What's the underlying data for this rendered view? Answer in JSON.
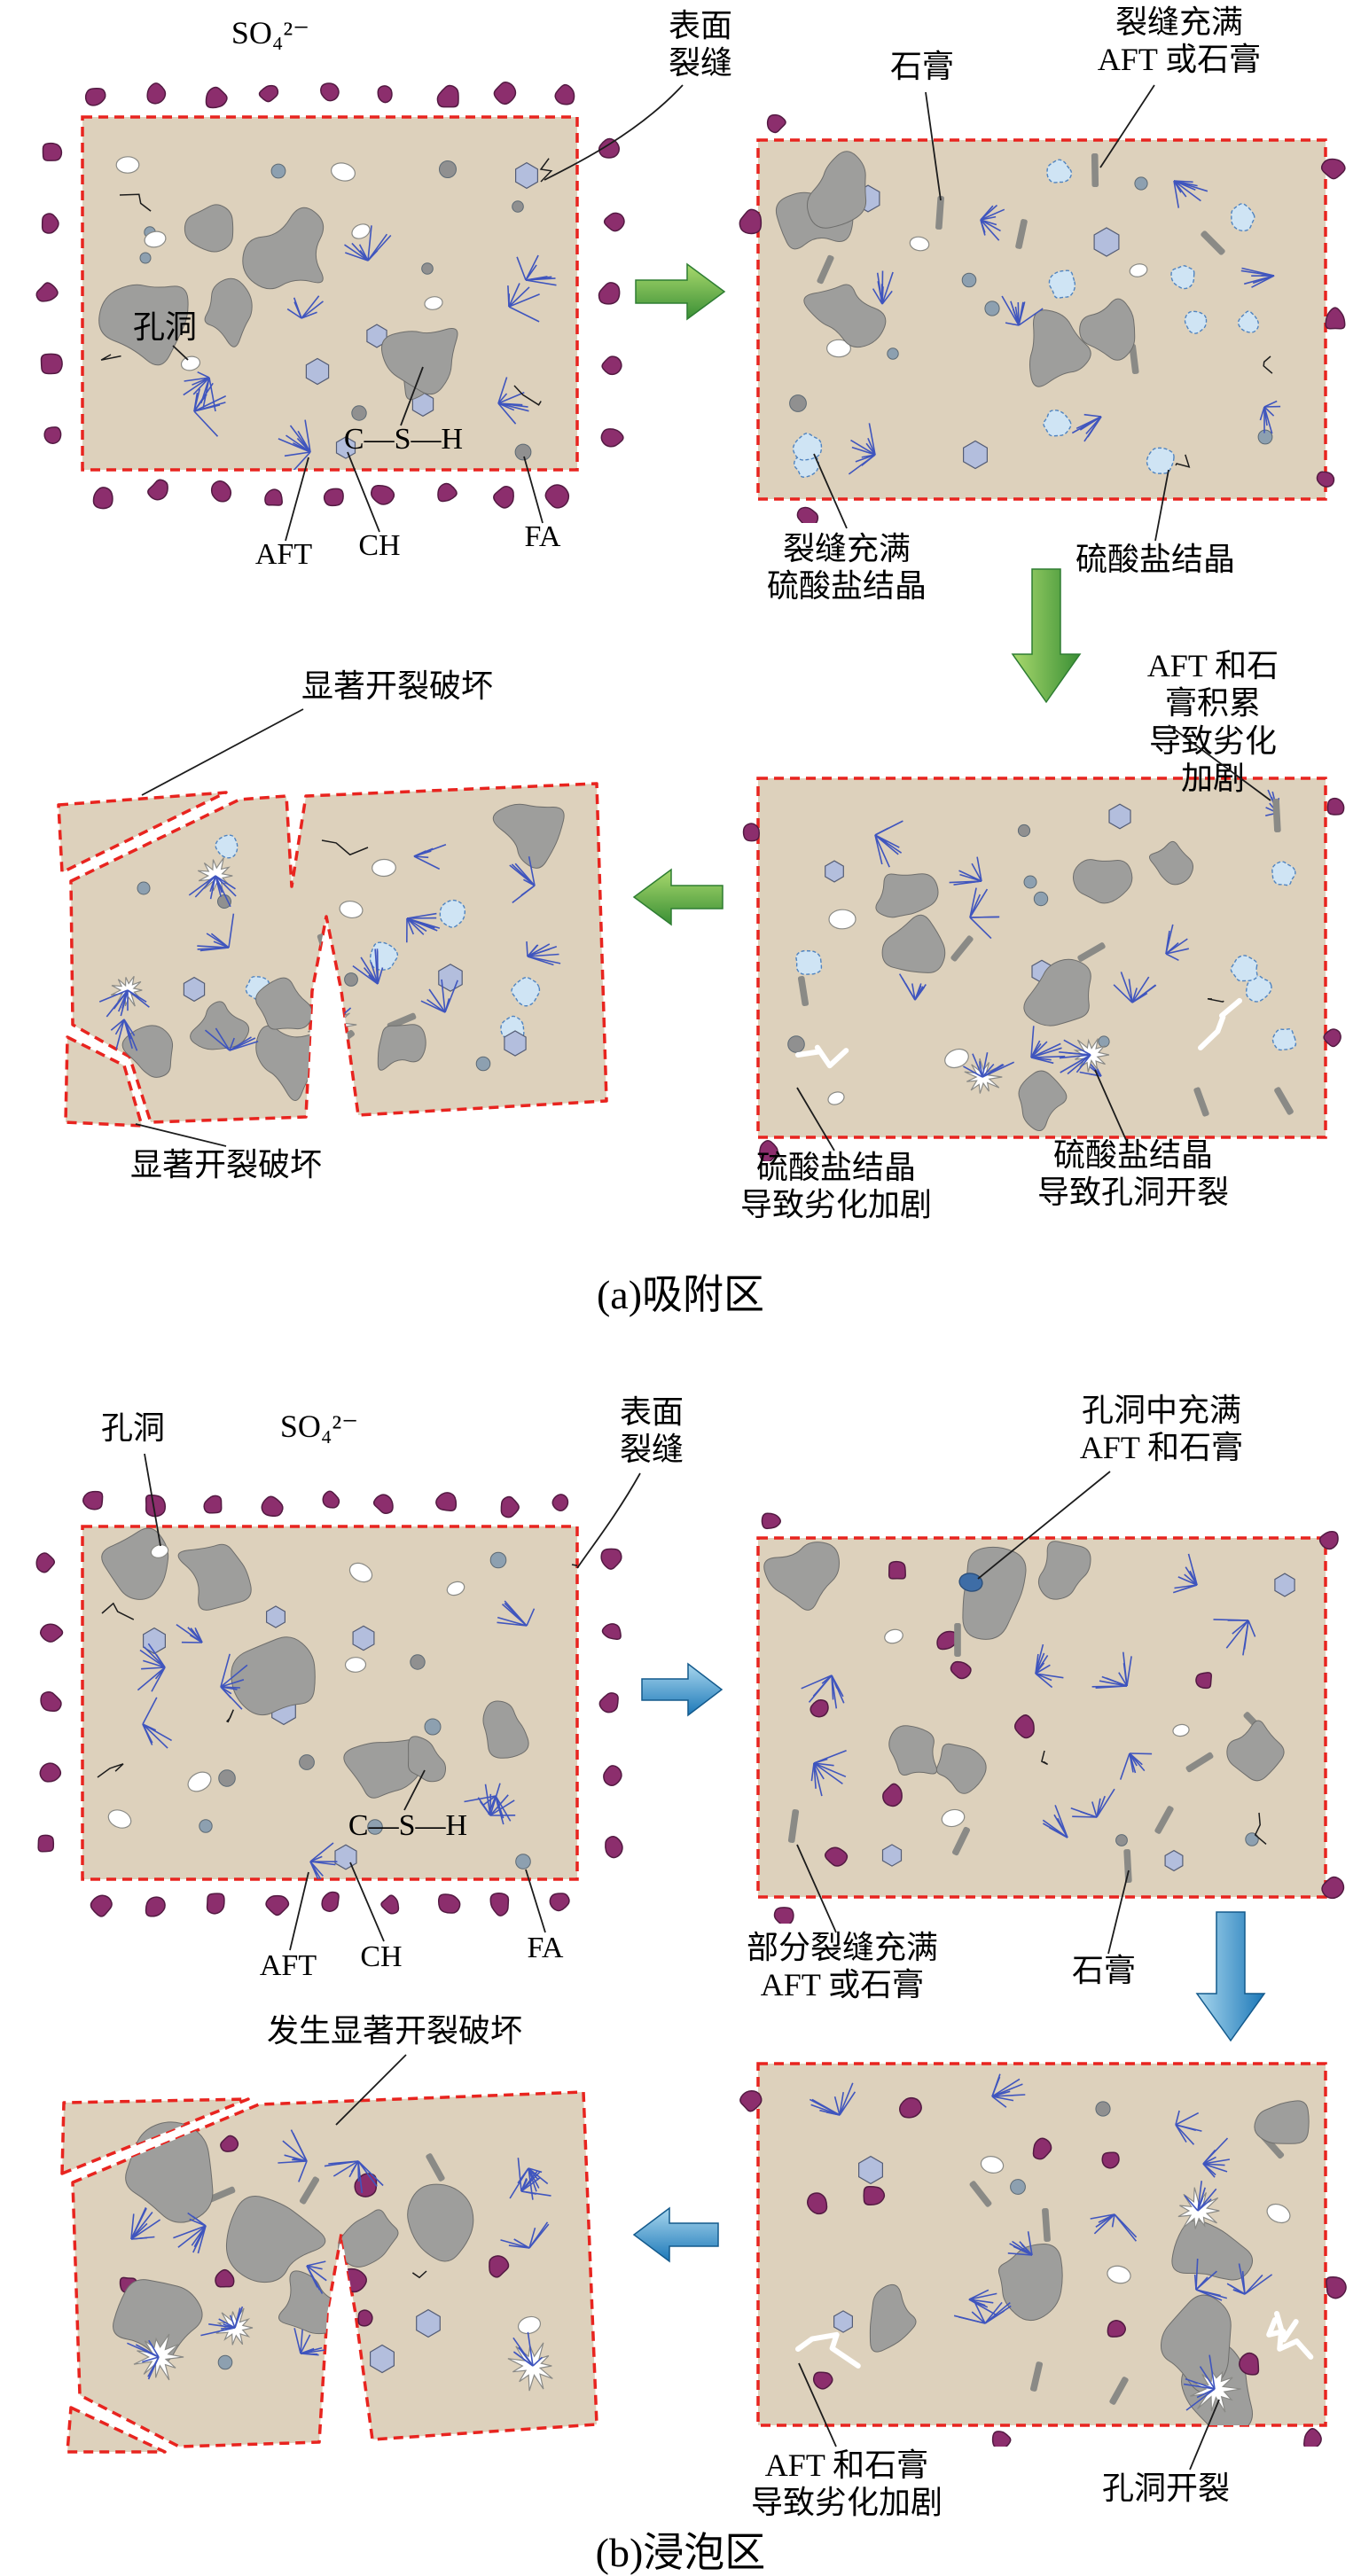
{
  "colors": {
    "panel_fill": "#ddd1bc",
    "panel_border": "#e8241f",
    "arrow_green": "#4a9e3f",
    "arrow_blue": "#2a8fd0",
    "ion_purple": "#8c2e6d",
    "aft_blue": "#3f55be",
    "sulfate_crystal": "#cfe4f4",
    "gypsum_gray": "#8a8a86"
  },
  "part_a": {
    "caption": "(a)吸附区",
    "labels": {
      "so4": "SO₄²⁻",
      "surface_crack": "表面\n裂缝",
      "pore": "孔洞",
      "csh": "C—S—H",
      "aft": "AFT",
      "ch": "CH",
      "fa": "FA",
      "gypsum": "石膏",
      "crack_filled_aft_or_gypsum": "裂缝充满\nAFT 或石膏",
      "crack_filled_sulfate": "裂缝充满\n硫酸盐结晶",
      "sulfate_crystal": "硫酸盐结晶",
      "aft_gypsum_accumulation": "AFT 和石膏积累\n导致劣化加剧",
      "significant_cracking_top": "显著开裂破坏",
      "significant_cracking_bottom": "显著开裂破坏",
      "sulfate_causes_deterioration": "硫酸盐结晶\n导致劣化加剧",
      "sulfate_causes_pore_cracking": "硫酸盐结晶\n导致孔洞开裂"
    }
  },
  "part_b": {
    "caption": "(b)浸泡区",
    "labels": {
      "pore": "孔洞",
      "so4": "SO₄²⁻",
      "surface_crack": "表面\n裂缝",
      "pore_filled_aft_gypsum": "孔洞中充满\nAFT 和石膏",
      "csh": "C—S—H",
      "aft": "AFT",
      "ch": "CH",
      "fa": "FA",
      "partial_crack_filled": "部分裂缝充满\nAFT 或石膏",
      "gypsum": "石膏",
      "significant_cracking": "发生显著开裂破坏",
      "aft_gypsum_deterioration": "AFT 和石膏\n导致劣化加剧",
      "pore_cracking": "孔洞开裂"
    }
  }
}
